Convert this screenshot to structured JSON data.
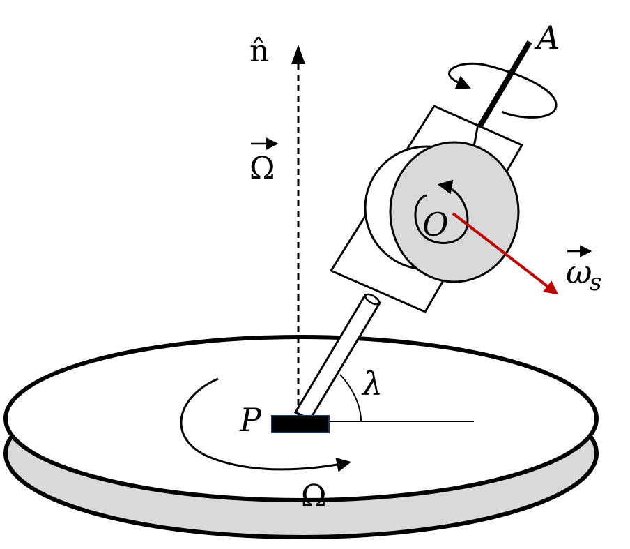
{
  "labels": {
    "A": "A",
    "n_hat": "n̂",
    "Omega_vec": "Ω",
    "Omega": "Ω",
    "O": "O",
    "omega_s": "ω",
    "omega_s_sub": "s",
    "lambda": "λ",
    "P": "P"
  },
  "colors": {
    "spin_vector": "#c00000",
    "disk_fill": "#e0e0e0",
    "platform_edge": "#d9d9d9",
    "pivot_block": "#000000",
    "line": "#000000"
  }
}
